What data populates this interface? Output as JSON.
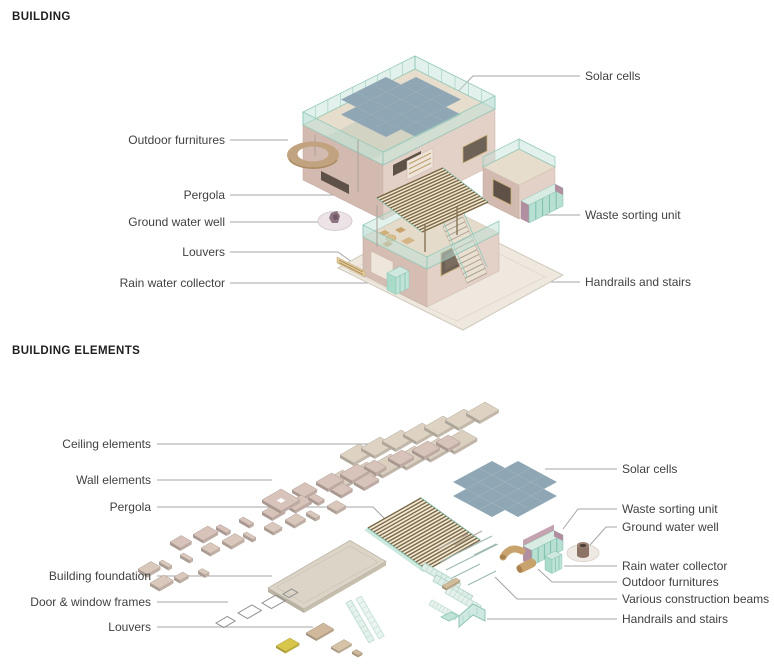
{
  "building_section": {
    "title": "BUILDING",
    "labels_left": [
      "Outdoor furnitures",
      "Pergola",
      "Ground water well",
      "Louvers",
      "Rain water collector"
    ],
    "labels_right": [
      "Solar cells",
      "Waste sorting unit",
      "Handrails and stairs"
    ]
  },
  "elements_section": {
    "title": "BUILDING ELEMENTS",
    "labels_left": [
      "Ceiling elements",
      "Wall elements",
      "Pergola",
      "Building foundation",
      "Door & window frames",
      "Louvers"
    ],
    "labels_right": [
      "Solar cells",
      "Waste sorting unit",
      "Ground water well",
      "Rain water collector",
      "Outdoor furnitures",
      "Various construction beams",
      "Handrails and stairs"
    ]
  },
  "colors": {
    "solar": "#8fa7b4",
    "wallPink": "#d6bdb4",
    "wallLight": "#e3d0c7",
    "roofDeck": "#e6ddcd",
    "ceilingPanel": "#ded3c3",
    "ceilingPanel2": "#dbcfc0",
    "wallPanel": "#d8c3ba",
    "wallPanel2": "#dac8bd",
    "pergolaBg": "#efe6d0",
    "pergolaStripe": "#7c6644",
    "glassFill": "#cfe7dd",
    "glassEdge": "#8ec7b6",
    "mint": "#a9dbc9",
    "mauve": "#b18fa0",
    "tanWood": "#c9a36e",
    "foundation": "#dbd4c7",
    "yellow": "#d8c64a",
    "leader": "#a6a6a6",
    "text": "#414141",
    "title": "#1f1f1f"
  }
}
